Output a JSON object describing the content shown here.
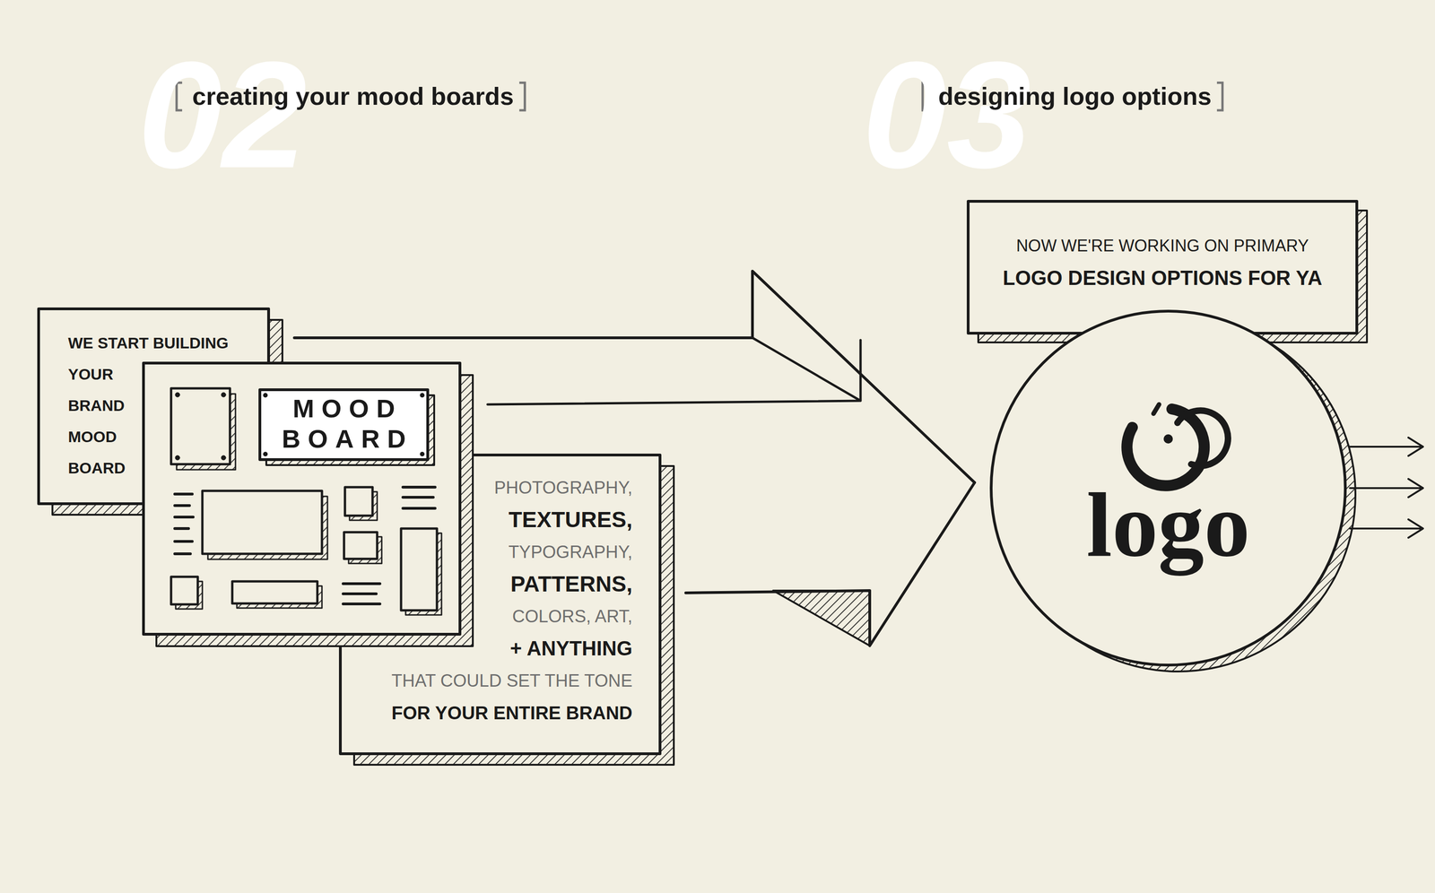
{
  "diagram": {
    "nodes": [
      {
        "text": [
          "WE START BUILDING YOUR BRAND MOOD BOARD"
        ]
      },
      {
        "text": [
          "MOOD BOARD"
        ]
      },
      {
        "text": [
          "PHOTOGRAPHY,",
          "TEXTURES,",
          "TYPOGRAPHY,",
          "PATTERNS,",
          "COLORS, ART,",
          "+ ANYTHING",
          "THAT COULD SET THE TONE",
          "FOR YOUR ENTIRE BRAND"
        ]
      },
      {
        "text": [
          "NOW WE'RE WORKING ON PRIMARY",
          "LOGO DESIGN OPTIONS FOR YA"
        ]
      },
      {
        "text": [
          "logo"
        ]
      }
    ],
    "edges": [
      {
        "from": 2,
        "to": 4,
        "arrow": "to"
      }
    ],
    "labels": [
      "02",
      "creating your mood boards",
      "03",
      "designing logo options"
    ]
  }
}
